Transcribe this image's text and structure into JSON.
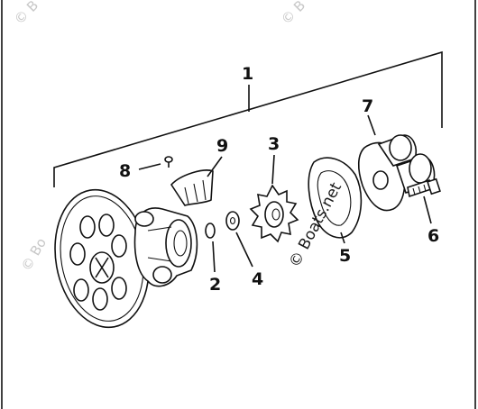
{
  "diagram": {
    "callouts": [
      {
        "id": "1",
        "label": "1"
      },
      {
        "id": "2",
        "label": "2"
      },
      {
        "id": "3",
        "label": "3"
      },
      {
        "id": "4",
        "label": "4"
      },
      {
        "id": "5",
        "label": "5"
      },
      {
        "id": "6",
        "label": "6"
      },
      {
        "id": "7",
        "label": "7"
      },
      {
        "id": "8",
        "label": "8"
      },
      {
        "id": "9",
        "label": "9"
      }
    ],
    "watermarks": {
      "main": "© Boats.net",
      "faint_top_left": "© B",
      "faint_top_center": "© B",
      "faint_left": "© Bo"
    }
  }
}
